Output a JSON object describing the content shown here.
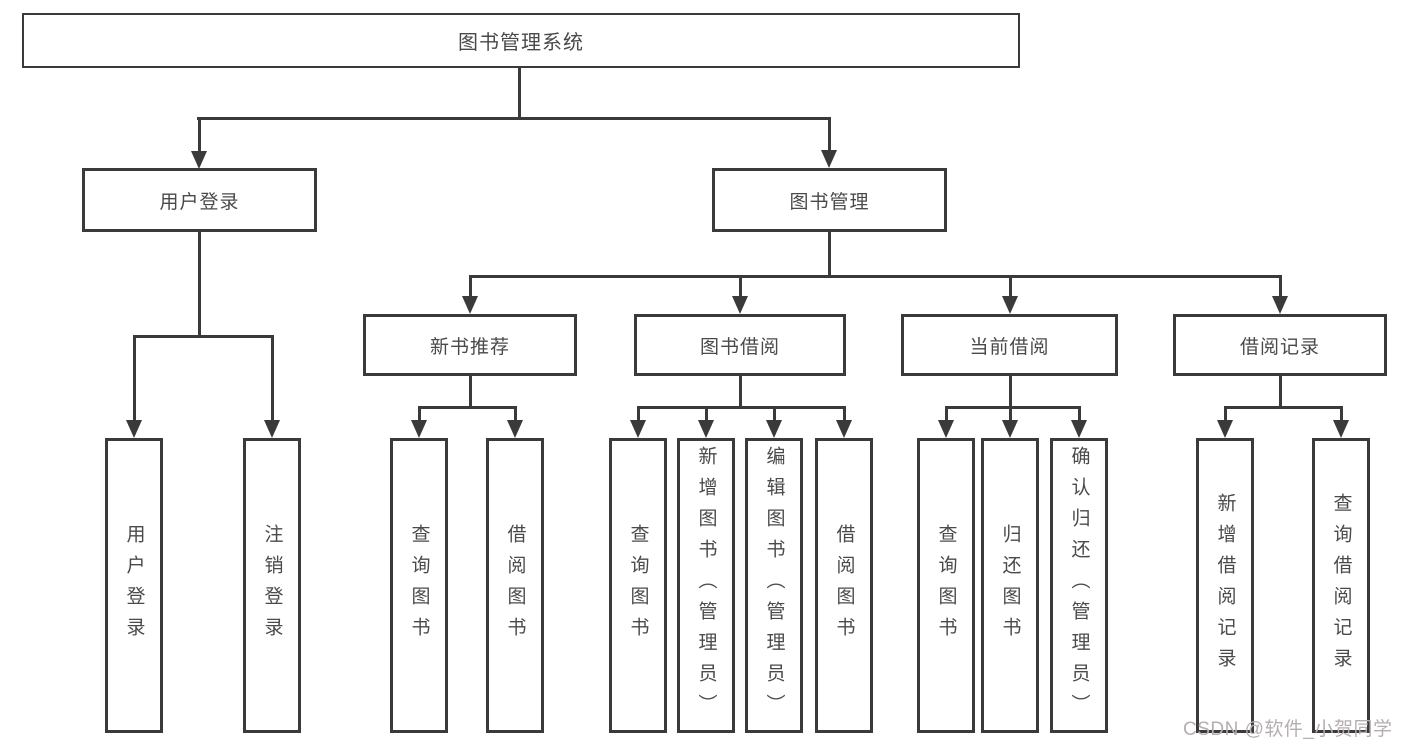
{
  "nodes": {
    "root": "图书管理系统",
    "user_login": "用户登录",
    "book_mgmt": "图书管理",
    "new_book": "新书推荐",
    "book_borrow": "图书借阅",
    "current_borrow": "当前借阅",
    "borrow_record": "借阅记录",
    "leaves": {
      "user_login": [
        "用户登录",
        "注销登录"
      ],
      "new_book": [
        "查询图书",
        "借阅图书"
      ],
      "book_borrow": [
        "查询图书",
        "新增图书（管理员）",
        "编辑图书（管理员）",
        "借阅图书"
      ],
      "current_borrow": [
        "查询图书",
        "归还图书",
        "确认归还（管理员）"
      ],
      "borrow_record": [
        "新增借阅记录",
        "查询借阅记录"
      ]
    }
  },
  "watermark": "CSDN @软件_小贺同学",
  "colors": {
    "line": "#3a3a3a",
    "text": "#4a4a4a",
    "background": "#ffffff",
    "watermark": "#b5adb2"
  }
}
